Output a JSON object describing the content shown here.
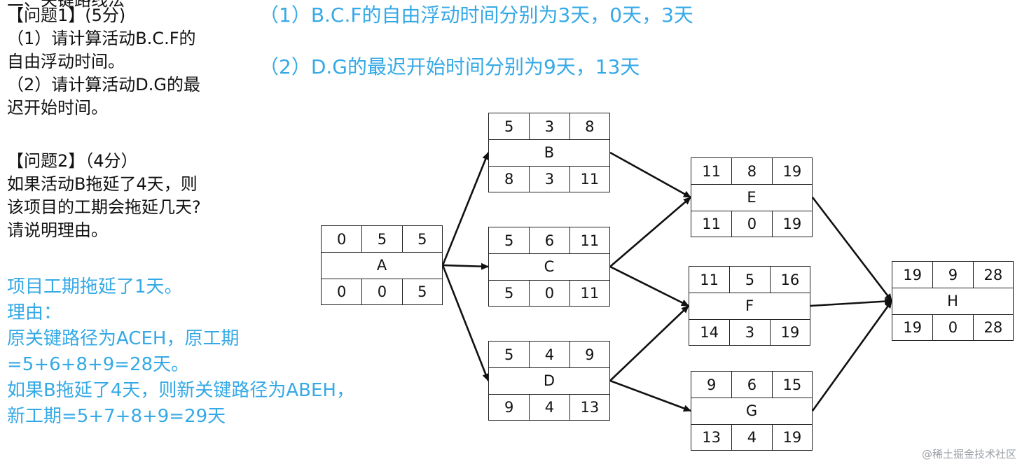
{
  "left": {
    "heading_cut": "二、关键路线法",
    "q1": {
      "title": "【问题1】(5分)",
      "lines": [
        "（1）请计算活动B.C.F的",
        "自由浮动时间。",
        "（2）请计算活动D.G的最",
        "迟开始时间。"
      ]
    },
    "q2": {
      "title": "【问题2】（4分）",
      "lines": [
        "如果活动B拖延了4天，则",
        "该项目的工期会拖延几天?",
        "请说明理由。"
      ]
    },
    "answer_lines": [
      "项目工期拖延了1天。",
      "理由：",
      "原关键路径为ACEH，原工期",
      "=5+6+8+9=28天。",
      "如果B拖延了4天，则新关键路径为ABEH，",
      "新工期=5+7+8+9=29天"
    ]
  },
  "top_answers": {
    "a1": "（1）B.C.F的自由浮动时间分别为3天，0天，3天",
    "a2": "（2）D.G的最迟开始时间分别为9天，13天"
  },
  "nodes": {
    "A": {
      "name": "A",
      "top": [
        "0",
        "5",
        "5"
      ],
      "bottom": [
        "0",
        "0",
        "5"
      ]
    },
    "B": {
      "name": "B",
      "top": [
        "5",
        "3",
        "8"
      ],
      "bottom": [
        "8",
        "3",
        "11"
      ]
    },
    "C": {
      "name": "C",
      "top": [
        "5",
        "6",
        "11"
      ],
      "bottom": [
        "5",
        "0",
        "11"
      ]
    },
    "D": {
      "name": "D",
      "top": [
        "5",
        "4",
        "9"
      ],
      "bottom": [
        "9",
        "4",
        "13"
      ]
    },
    "E": {
      "name": "E",
      "top": [
        "11",
        "8",
        "19"
      ],
      "bottom": [
        "11",
        "0",
        "19"
      ]
    },
    "F": {
      "name": "F",
      "top": [
        "11",
        "5",
        "16"
      ],
      "bottom": [
        "14",
        "3",
        "19"
      ]
    },
    "G": {
      "name": "G",
      "top": [
        "9",
        "6",
        "15"
      ],
      "bottom": [
        "13",
        "4",
        "19"
      ]
    },
    "H": {
      "name": "H",
      "top": [
        "19",
        "9",
        "28"
      ],
      "bottom": [
        "19",
        "0",
        "28"
      ]
    }
  },
  "edges": [
    [
      "A",
      "B"
    ],
    [
      "A",
      "C"
    ],
    [
      "A",
      "D"
    ],
    [
      "B",
      "E"
    ],
    [
      "C",
      "E"
    ],
    [
      "C",
      "F"
    ],
    [
      "D",
      "F"
    ],
    [
      "D",
      "G"
    ],
    [
      "E",
      "H"
    ],
    [
      "F",
      "H"
    ],
    [
      "G",
      "H"
    ]
  ],
  "watermark": "@稀土掘金技术社区"
}
